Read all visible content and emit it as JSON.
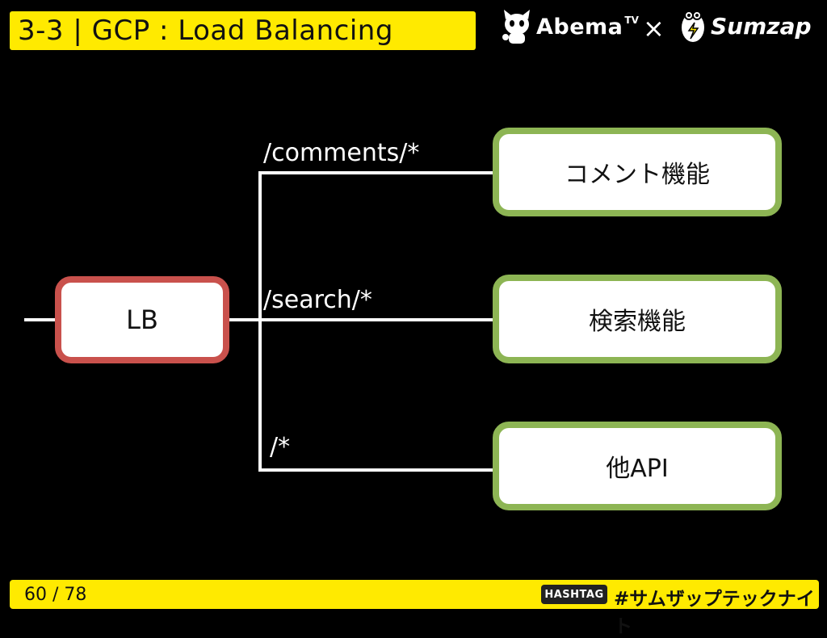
{
  "header": {
    "title": "3-3 | GCP : Load Balancing",
    "brand_left": "Abema",
    "brand_left_suffix": "TV",
    "separator": "×",
    "brand_right": "Sumzap"
  },
  "diagram": {
    "lb_label": "LB",
    "routes": [
      {
        "path": "/comments/*",
        "service": "コメント機能"
      },
      {
        "path": "/search/*",
        "service": "検索機能"
      },
      {
        "path": "/*",
        "service": "他API"
      }
    ]
  },
  "footer": {
    "page_number": "60 / 78",
    "hashtag_badge": "HASHTAG",
    "hashtag": "#サムザップテックナイト"
  },
  "colors": {
    "accent_yellow": "#ffea00",
    "lb_border": "#c9514c",
    "service_border": "#8db554",
    "background": "#000000"
  }
}
